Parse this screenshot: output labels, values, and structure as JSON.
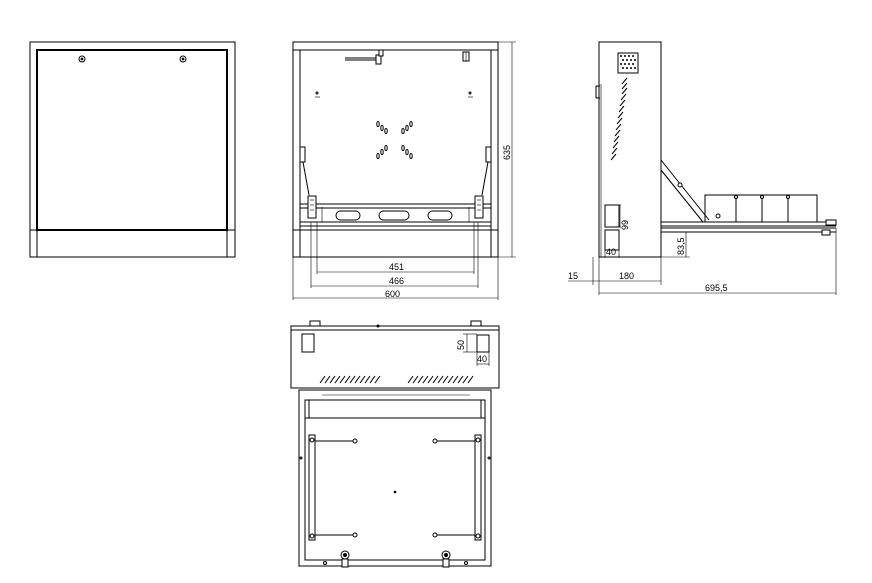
{
  "dimensions": {
    "d451": "451",
    "d466": "466",
    "d600": "600",
    "d635": "635",
    "d99": "99",
    "d40_side": "40",
    "d83_5": "83,5",
    "d15": "15",
    "d180": "180",
    "d695_5": "695,5",
    "d50": "50",
    "d40_top": "40"
  }
}
